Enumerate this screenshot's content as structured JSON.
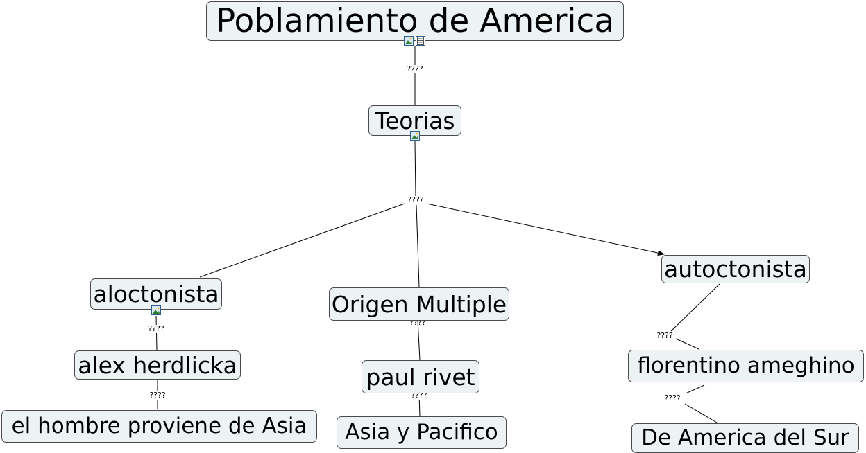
{
  "map": {
    "nodes": {
      "root": "Poblamiento de America",
      "teorias": "Teorias",
      "aloctonista": "aloctonista",
      "origen_multiple": "Origen Multiple",
      "autoctonista": "autoctonista",
      "alex_herdlicka": "alex herdlicka",
      "paul_rivet": "paul rivet",
      "florentino_ameghino": "florentino ameghino",
      "el_hombre_asia": "el hombre proviene de Asia",
      "asia_pacifico": "Asia y Pacifico",
      "america_del_sur": "De America del Sur"
    },
    "link_labels": {
      "root_teorias": "????",
      "teorias_branches": "????",
      "aloctonista_alex": "????",
      "origen_paul": "????",
      "autoctonista_florentino": "????",
      "alex_asia": "????",
      "paul_asia_pacifico": "????",
      "florentino_sur": "????"
    },
    "icons": {
      "image": "image-resource-icon",
      "document": "document-resource-icon"
    },
    "colors": {
      "node_fill": "#edf3f5",
      "node_border": "#4a4a4a",
      "icon_border": "#2d5f93"
    }
  }
}
